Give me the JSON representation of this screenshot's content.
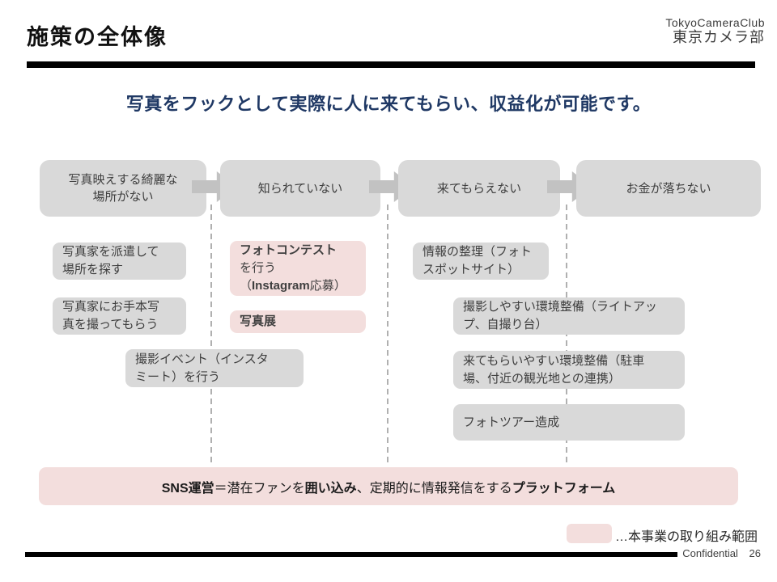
{
  "header": {
    "title": "施策の全体像",
    "logo_line1": "TokyoCameraClub",
    "logo_line2": "東京カメラ部"
  },
  "subtitle": "写真をフックとして実際に人に来てもらい、収益化が可能です。",
  "flow_steps": [
    {
      "label": "写真映えする綺麗な\n場所がない"
    },
    {
      "label": "知られていない"
    },
    {
      "label": "来てもらえない"
    },
    {
      "label": "お金が落ちない"
    }
  ],
  "measures": {
    "col1": [
      {
        "label": "写真家を派遣して\n場所を探す"
      },
      {
        "label": "写真家にお手本写\n真を撮ってもらう"
      },
      {
        "label": "撮影イベント（インスタ\nミート）を行う"
      }
    ],
    "col2": {
      "contest_line1": "フォトコンテスト",
      "contest_line2": "を行う",
      "contest_line3_pre": "（",
      "contest_line3_bold": "Instagram",
      "contest_line3_post": "応募）",
      "exhibition": "写真展"
    },
    "col3": [
      {
        "label": "情報の整理（フォト\nスポットサイト）"
      },
      {
        "label": "撮影しやすい環境整備（ライトアッ\nプ、自撮り台）"
      },
      {
        "label": "来てもらいやすい環境整備（駐車\n場、付近の観光地との連携）"
      },
      {
        "label": "フォトツアー造成"
      }
    ]
  },
  "sns_bar": {
    "seg1": "SNS運営",
    "seg2": "＝潜在ファンを",
    "seg3": "囲い込み",
    "seg4": "、定期的に情報発信をする",
    "seg5": "プラットフォーム"
  },
  "legend": {
    "label": "…本事業の取り組み範囲"
  },
  "footer": {
    "label": "Confidential",
    "page": "26"
  },
  "colors": {
    "accent_pink": "#f3dedd",
    "box_gray": "#d9d9d9",
    "arrow_gray": "#c2c2c2",
    "subtitle_navy": "#1f3864"
  }
}
